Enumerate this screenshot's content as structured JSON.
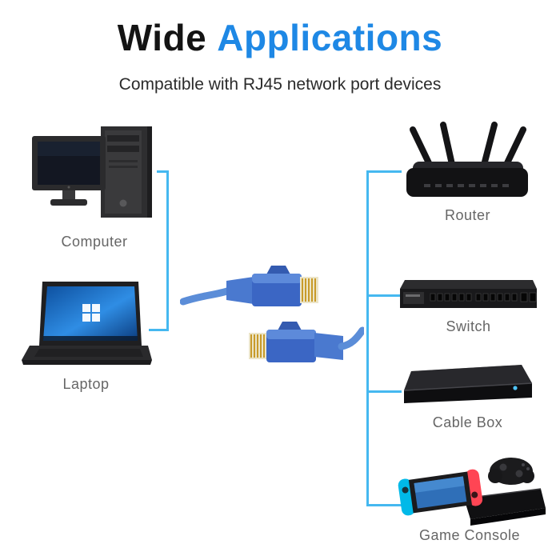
{
  "header": {
    "title_black": "Wide",
    "title_blue": "Applications",
    "subtitle": "Compatible with RJ45 network port devices"
  },
  "devices": {
    "left": [
      {
        "label": "Computer"
      },
      {
        "label": "Laptop"
      }
    ],
    "right": [
      {
        "label": "Router"
      },
      {
        "label": "Switch"
      },
      {
        "label": "Cable Box"
      },
      {
        "label": "Game Console"
      }
    ]
  },
  "cable": {
    "type": "RJ45 Ethernet cable",
    "connector_color": "#3b66c4"
  },
  "colors": {
    "accent_blue": "#1e88e5",
    "connector_line": "#45b8f0",
    "cable_boot": "#4a79cf",
    "pin_gold": "#c89b2a"
  }
}
